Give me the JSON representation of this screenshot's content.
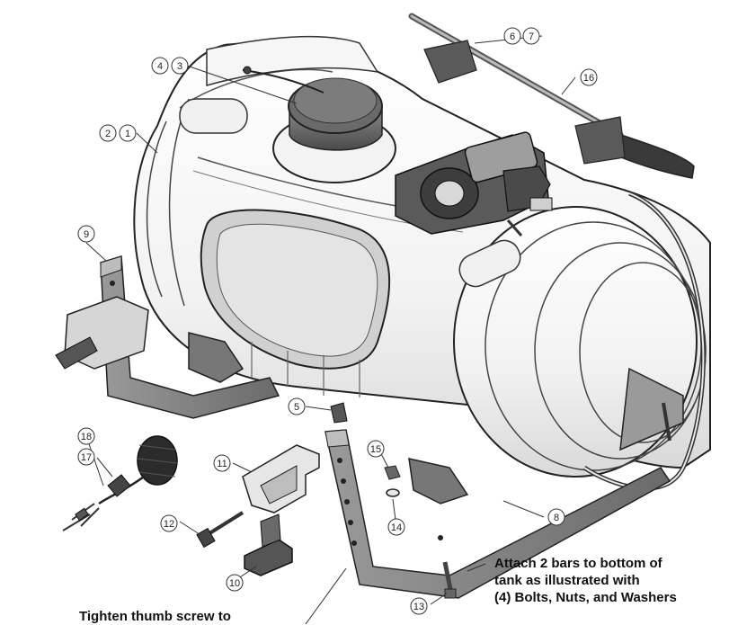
{
  "callouts": [
    {
      "id": "c1",
      "label": "1"
    },
    {
      "id": "c2",
      "label": "2"
    },
    {
      "id": "c3",
      "label": "3"
    },
    {
      "id": "c4",
      "label": "4"
    },
    {
      "id": "c5",
      "label": "5"
    },
    {
      "id": "c6",
      "label": "6"
    },
    {
      "id": "c7",
      "label": "7"
    },
    {
      "id": "c8",
      "label": "8"
    },
    {
      "id": "c9",
      "label": "9"
    },
    {
      "id": "c10",
      "label": "10"
    },
    {
      "id": "c11",
      "label": "11"
    },
    {
      "id": "c12",
      "label": "12"
    },
    {
      "id": "c13",
      "label": "13"
    },
    {
      "id": "c14",
      "label": "14"
    },
    {
      "id": "c15",
      "label": "15"
    },
    {
      "id": "c16",
      "label": "16"
    },
    {
      "id": "c17",
      "label": "17"
    },
    {
      "id": "c18",
      "label": "18"
    }
  ],
  "notes": {
    "attach_line1": "Attach 2 bars to bottom of",
    "attach_line2": "tank as illustrated with",
    "attach_line3": "(4) Bolts, Nuts, and Washers",
    "thumb_screw": "Tighten thumb screw to"
  }
}
